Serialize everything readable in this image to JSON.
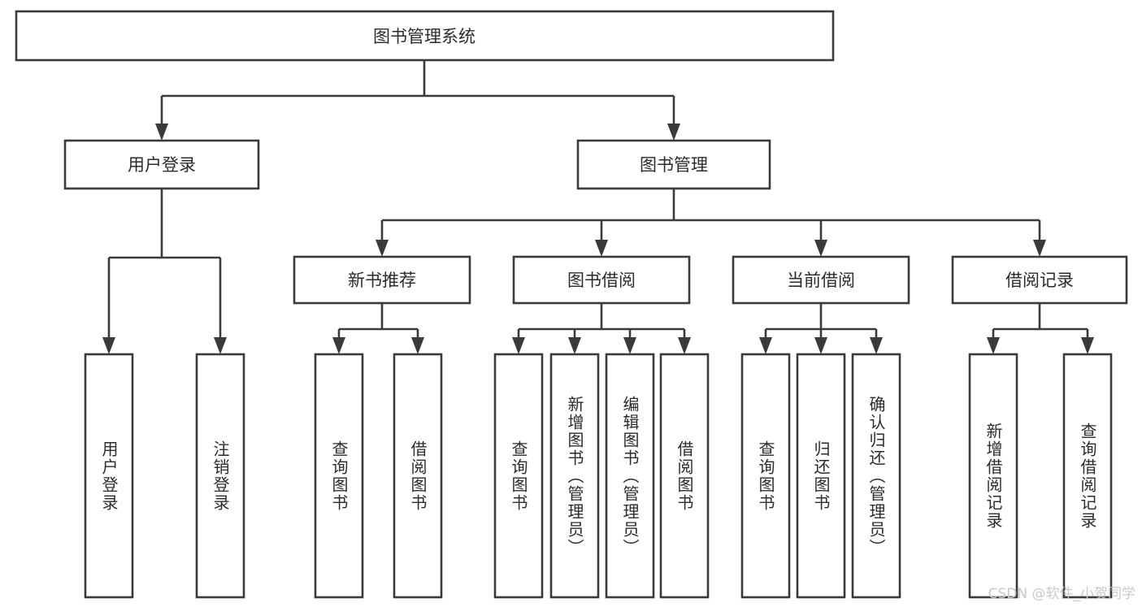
{
  "diagram": {
    "type": "tree-hierarchy-flowchart",
    "title": "图书管理系统",
    "orientation": "top-down",
    "levels": 4,
    "root": {
      "id": "root",
      "label": "图书管理系统"
    },
    "level2": [
      {
        "id": "user-login",
        "label": "用户登录"
      },
      {
        "id": "book-management",
        "label": "图书管理"
      }
    ],
    "level3": [
      {
        "id": "new-book-recommend",
        "label": "新书推荐",
        "parent": "book-management"
      },
      {
        "id": "book-borrow",
        "label": "图书借阅",
        "parent": "book-management"
      },
      {
        "id": "current-borrow",
        "label": "当前借阅",
        "parent": "book-management"
      },
      {
        "id": "borrow-record",
        "label": "借阅记录",
        "parent": "book-management"
      }
    ],
    "leaves": {
      "user-login": [
        {
          "id": "leaf-user-login",
          "label": "用户登录"
        },
        {
          "id": "leaf-logout-login",
          "label": "注销登录"
        }
      ],
      "new-book-recommend": [
        {
          "id": "leaf-query-book-1",
          "label": "查询图书"
        },
        {
          "id": "leaf-borrow-book-1",
          "label": "借阅图书"
        }
      ],
      "book-borrow": [
        {
          "id": "leaf-query-book-2",
          "label": "查询图书"
        },
        {
          "id": "leaf-add-book",
          "label": "新增图书（管理员）"
        },
        {
          "id": "leaf-edit-book",
          "label": "编辑图书（管理员）"
        },
        {
          "id": "leaf-borrow-book-2",
          "label": "借阅图书"
        }
      ],
      "current-borrow": [
        {
          "id": "leaf-query-book-3",
          "label": "查询图书"
        },
        {
          "id": "leaf-return-book",
          "label": "归还图书"
        },
        {
          "id": "leaf-confirm-return",
          "label": "确认归还（管理员）"
        }
      ],
      "borrow-record": [
        {
          "id": "leaf-add-record",
          "label": "新增借阅记录"
        },
        {
          "id": "leaf-query-record",
          "label": "查询借阅记录"
        }
      ]
    },
    "colors": {
      "box_stroke": "#3a3a3a",
      "box_fill": "#ffffff",
      "text": "#2b2b2b",
      "connector": "#3a3a3a",
      "background": "#ffffff",
      "watermark": "#c9c9c9"
    }
  },
  "watermark": {
    "text": "CSDN @软件_小贺同学"
  }
}
